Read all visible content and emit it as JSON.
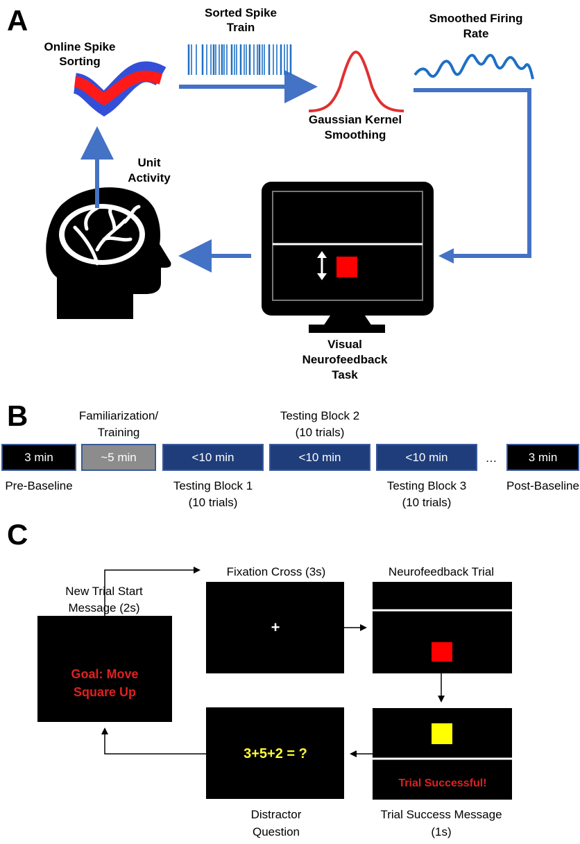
{
  "panel_a": {
    "letter": "A",
    "online_spike_sorting": [
      "Online Spike",
      "Sorting"
    ],
    "sorted_spike_train": [
      "Sorted Spike",
      "Train"
    ],
    "smoothed_firing_rate": [
      "Smoothed Firing",
      "Rate"
    ],
    "gaussian_kernel_smoothing": [
      "Gaussian Kernel",
      "Smoothing"
    ],
    "unit_activity": [
      "Unit",
      "Activity"
    ],
    "visual_neurofeedback_task": [
      "Visual",
      "Neurofeedback",
      "Task"
    ]
  },
  "panel_b": {
    "letter": "B",
    "boxes": [
      {
        "label": "3 min",
        "caption": [
          "Pre-Baseline"
        ],
        "caption_pos": "below",
        "fill": "#000000"
      },
      {
        "label": "~5 min",
        "caption": [
          "Familiarization/",
          "Training"
        ],
        "caption_pos": "above",
        "fill": "#8c8c8c"
      },
      {
        "label": "<10 min",
        "caption": [
          "Testing Block 1",
          "(10 trials)"
        ],
        "caption_pos": "below",
        "fill": "#1f3d7a"
      },
      {
        "label": "<10 min",
        "caption": [
          "Testing Block 2",
          "(10 trials)"
        ],
        "caption_pos": "above",
        "fill": "#1f3d7a"
      },
      {
        "label": "<10 min",
        "caption": [
          "Testing Block 3",
          "(10 trials)"
        ],
        "caption_pos": "below",
        "fill": "#1f3d7a"
      },
      {
        "label": "3 min",
        "caption": [
          "Post-Baseline"
        ],
        "caption_pos": "below",
        "fill": "#000000"
      }
    ],
    "ellipsis": "…"
  },
  "panel_c": {
    "letter": "C",
    "new_trial_label": [
      "New Trial Start",
      "Message (2s)"
    ],
    "goal_text": [
      "Goal: Move",
      "Square Up"
    ],
    "fixation_label": "Fixation  Cross (3s)",
    "fixation_symbol": "+",
    "neurofeedback_label": "Neurofeedback Trial",
    "success_text": "Trial Successful!",
    "success_label": [
      "Trial Success Message",
      "(1s)"
    ],
    "distractor_text": "3+5+2 = ?",
    "distractor_label": [
      "Distractor",
      "Question"
    ]
  },
  "colors": {
    "arrow_blue": "#4472c4",
    "spike_blue": "#1f6fc4",
    "gaussian_red": "#e03030",
    "box_blue": "#1f3d7a",
    "square_red": "#ff0000",
    "square_yellow": "#ffff00",
    "text_red": "#e02020",
    "text_yellow": "#ffff33"
  }
}
